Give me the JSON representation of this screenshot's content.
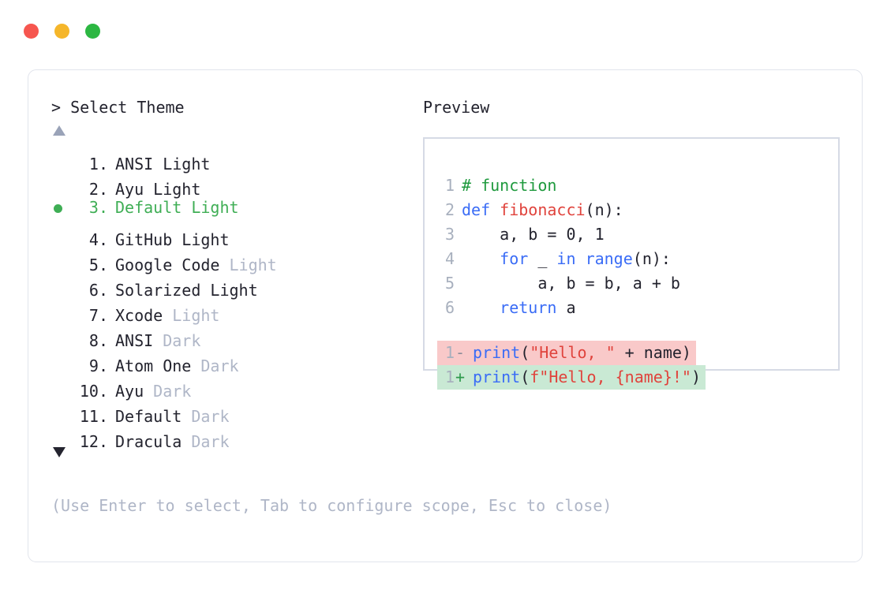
{
  "window": {
    "traffic_lights": [
      {
        "name": "close",
        "color": "#F6564F"
      },
      {
        "name": "minimize",
        "color": "#F5B62A"
      },
      {
        "name": "zoom",
        "color": "#2CB742"
      }
    ]
  },
  "prompt": {
    "caret": ">",
    "title": "Select Theme"
  },
  "preview": {
    "label": "Preview"
  },
  "scroll": {
    "up_icon": "triangle-up",
    "down_icon": "triangle-down",
    "up_color": "#9AA3B8",
    "down_color": "#24242F"
  },
  "selection": {
    "selected_index": 3,
    "accent_color": "#3FAE55",
    "bullet_icon": "filled-circle"
  },
  "themes": [
    {
      "num": "1.",
      "name": "ANSI Light",
      "variant": "",
      "selected": false
    },
    {
      "num": "2.",
      "name": "Ayu Light",
      "variant": "",
      "selected": false
    },
    {
      "num": "3.",
      "name": "Default Light",
      "variant": "",
      "selected": true
    },
    {
      "num": "4.",
      "name": "GitHub Light",
      "variant": "",
      "selected": false
    },
    {
      "num": "5.",
      "name": "Google Code",
      "variant": "Light",
      "selected": false
    },
    {
      "num": "6.",
      "name": "Solarized Light",
      "variant": "",
      "selected": false
    },
    {
      "num": "7.",
      "name": "Xcode",
      "variant": "Light",
      "selected": false
    },
    {
      "num": "8.",
      "name": "ANSI",
      "variant": "Dark",
      "selected": false
    },
    {
      "num": "9.",
      "name": "Atom One",
      "variant": "Dark",
      "selected": false
    },
    {
      "num": "10.",
      "name": "Ayu",
      "variant": "Dark",
      "selected": false
    },
    {
      "num": "11.",
      "name": "Default",
      "variant": "Dark",
      "selected": false
    },
    {
      "num": "12.",
      "name": "Dracula",
      "variant": "Dark",
      "selected": false
    }
  ],
  "hint": "(Use Enter to select, Tab to configure scope, Esc to close)",
  "code_preview": {
    "lines": [
      {
        "ln": "1",
        "tokens": [
          {
            "t": "# function",
            "c": "comment"
          }
        ]
      },
      {
        "ln": "2",
        "tokens": [
          {
            "t": "def ",
            "c": "keyword"
          },
          {
            "t": "fibonacci",
            "c": "func"
          },
          {
            "t": "(n):",
            "c": "plain"
          }
        ]
      },
      {
        "ln": "3",
        "tokens": [
          {
            "t": "    a, b = 0, 1",
            "c": "plain"
          }
        ]
      },
      {
        "ln": "4",
        "tokens": [
          {
            "t": "    ",
            "c": "plain"
          },
          {
            "t": "for",
            "c": "keyword"
          },
          {
            "t": " _ ",
            "c": "plain"
          },
          {
            "t": "in",
            "c": "keyword"
          },
          {
            "t": " ",
            "c": "plain"
          },
          {
            "t": "range",
            "c": "builtin"
          },
          {
            "t": "(n):",
            "c": "plain"
          }
        ]
      },
      {
        "ln": "5",
        "tokens": [
          {
            "t": "        a, b = b, a + b",
            "c": "plain"
          }
        ]
      },
      {
        "ln": "6",
        "tokens": [
          {
            "t": "    ",
            "c": "plain"
          },
          {
            "t": "return",
            "c": "keyword"
          },
          {
            "t": " a",
            "c": "plain"
          }
        ]
      }
    ],
    "diff": [
      {
        "ln": "1",
        "sign": "-",
        "kind": "removed",
        "bg": "#F9C9C9",
        "tokens": [
          {
            "t": "print",
            "c": "builtin"
          },
          {
            "t": "(",
            "c": "plain"
          },
          {
            "t": "\"Hello, \"",
            "c": "string"
          },
          {
            "t": " + name)",
            "c": "plain"
          }
        ]
      },
      {
        "ln": "1",
        "sign": "+",
        "kind": "added",
        "bg": "#C9E9D4",
        "tokens": [
          {
            "t": "print",
            "c": "builtin"
          },
          {
            "t": "(",
            "c": "plain"
          },
          {
            "t": "f\"Hello, {name}!\"",
            "c": "string"
          },
          {
            "t": ")",
            "c": "plain"
          }
        ]
      }
    ]
  }
}
